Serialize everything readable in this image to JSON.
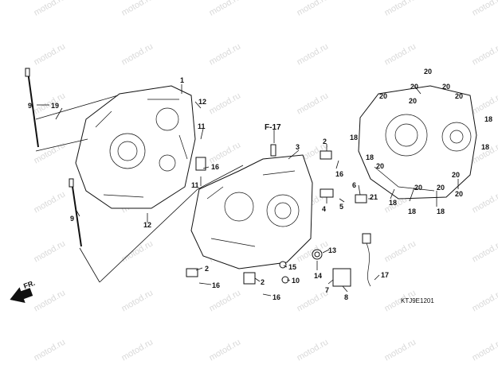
{
  "watermark": "motod.ru",
  "reference_label": "F-17",
  "direction_label": "FR.",
  "diagram_code": "KTJ9E1201",
  "callouts": [
    "1",
    "2",
    "3",
    "4",
    "5",
    "6",
    "7",
    "8",
    "9",
    "10",
    "11",
    "12",
    "13",
    "14",
    "15",
    "16",
    "17",
    "18",
    "19",
    "20",
    "21"
  ]
}
